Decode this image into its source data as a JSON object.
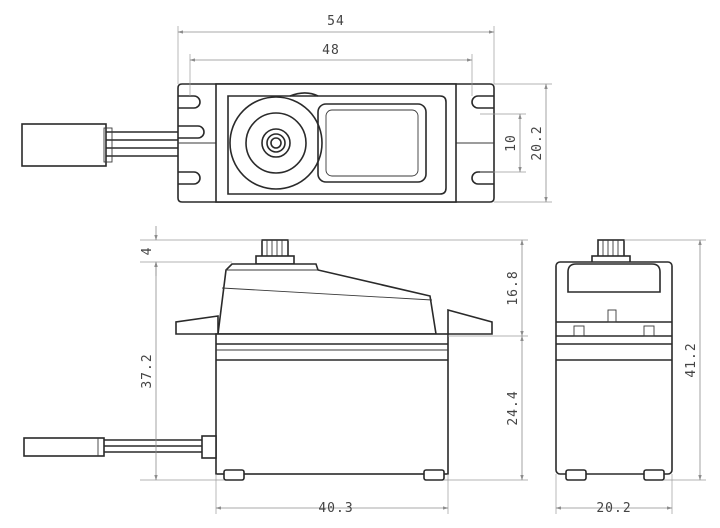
{
  "dimensions": {
    "top_total_width": "54",
    "top_hole_spacing": "48",
    "top_total_height": "20.2",
    "top_hole_height": "10",
    "front_top_offset": "4",
    "front_overall_height": "37.2",
    "front_upper_height": "16.8",
    "front_case_height": "24.4",
    "front_body_width": "40.3",
    "side_overall_height": "41.2",
    "side_body_width": "20.2"
  },
  "colors": {
    "outline": "#2a2a2a",
    "dimension_line": "#8c8c8c",
    "dimension_text": "#444444",
    "background": "#ffffff"
  }
}
